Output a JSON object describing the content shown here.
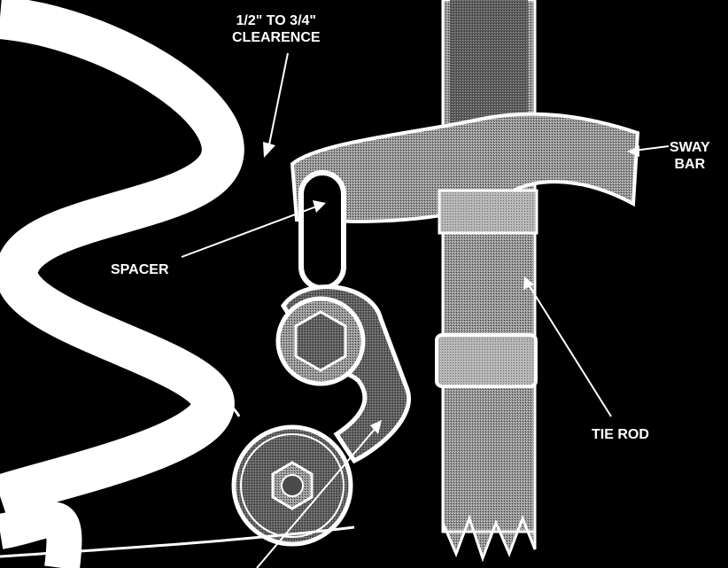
{
  "labels": {
    "clearance_line1": "1/2\" TO 3/4\"",
    "clearance_line2": "CLEARENCE",
    "sway_line1": "SWAY",
    "sway_line2": "BAR",
    "spacer": "SPACER",
    "tie_rod": "TIE ROD"
  },
  "colors": {
    "background": "#000000",
    "outline": "#ffffff",
    "metal_fill": "#8e8e8e",
    "metal_light": "#b5b5b5",
    "bolt_fill": "#4a4a4a"
  }
}
